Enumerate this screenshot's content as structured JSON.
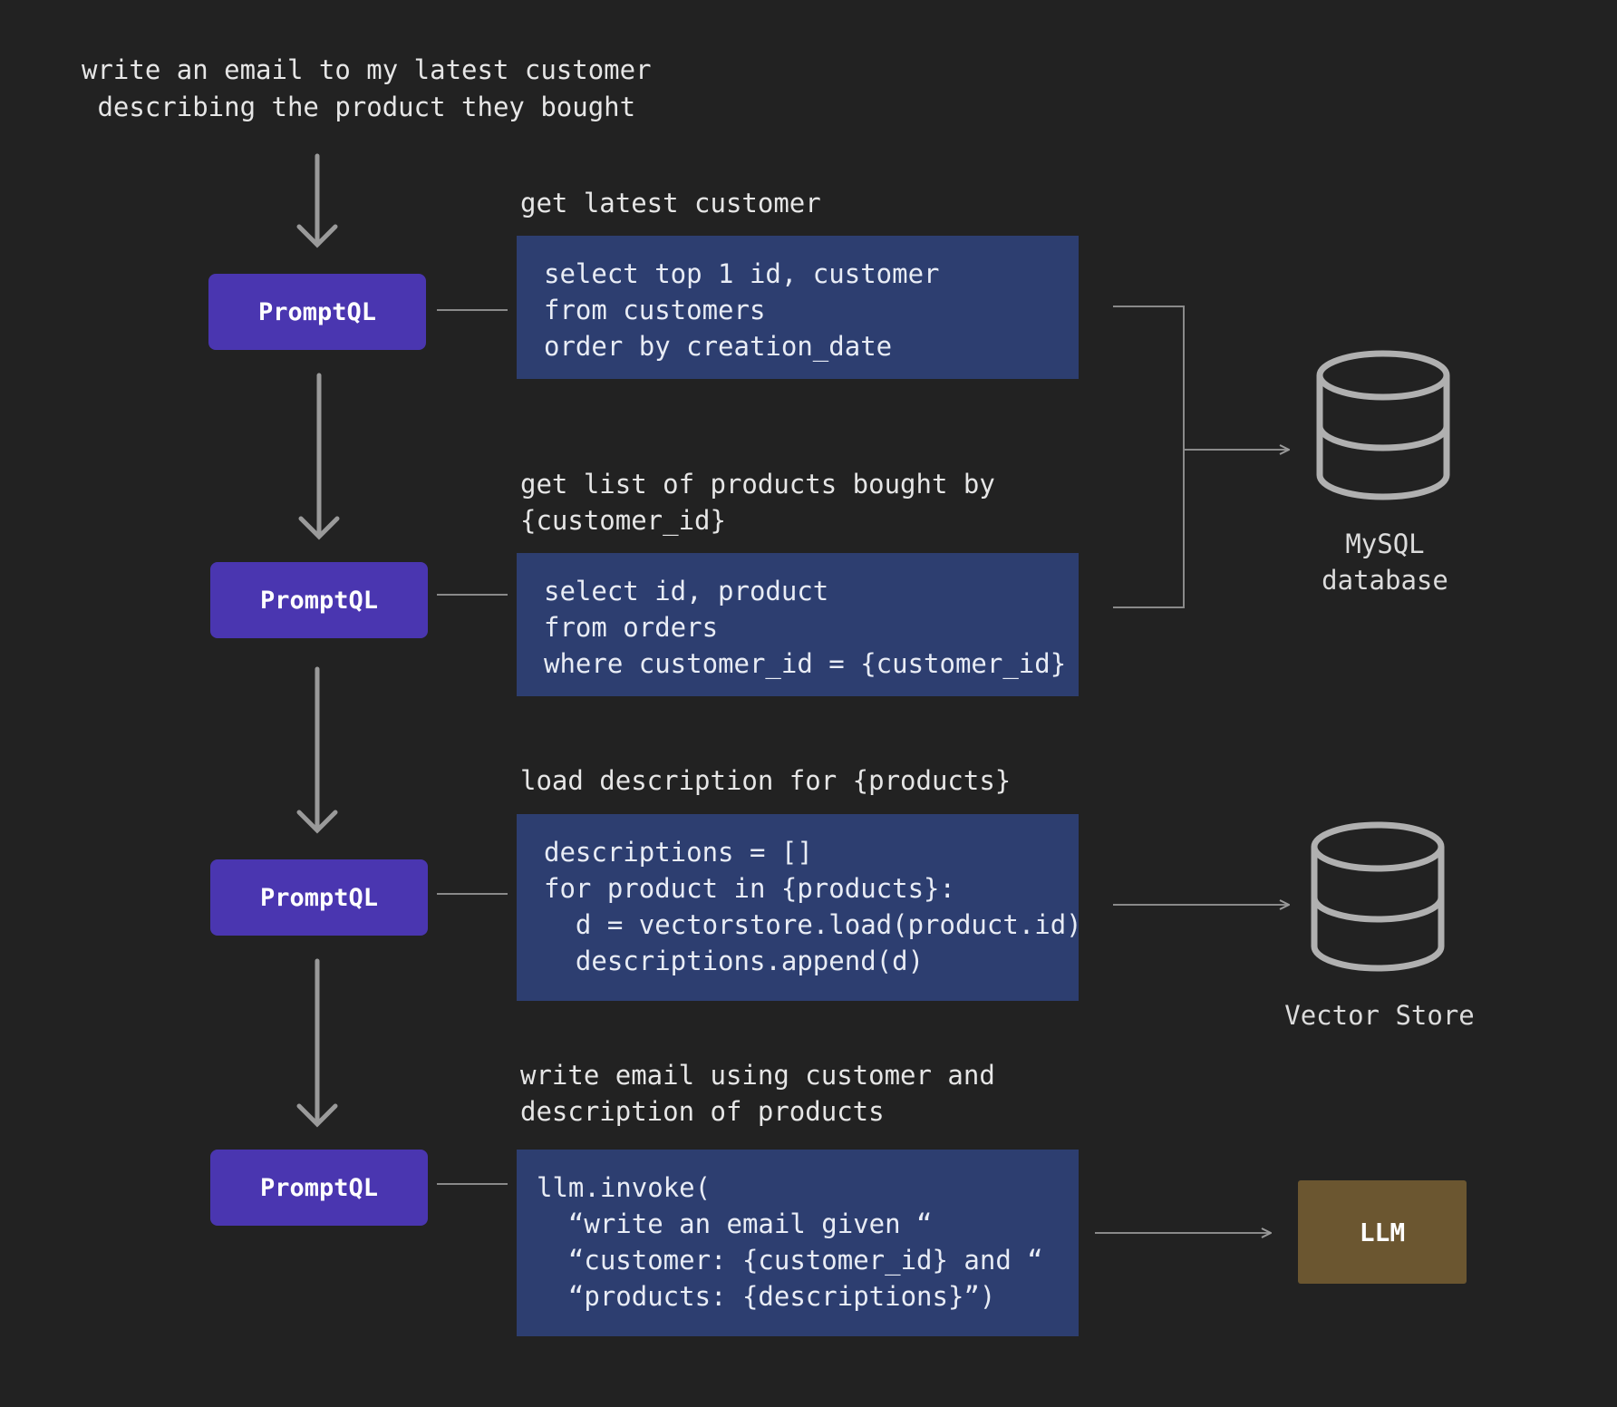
{
  "prompt": {
    "line1": "write an email to my latest customer",
    "line2": "describing the product they bought"
  },
  "steps": [
    {
      "node_label": "PromptQL",
      "title_lines": [
        "get latest customer"
      ],
      "code_lines": [
        "select top 1 id, customer",
        "from customers",
        "order by creation_date"
      ]
    },
    {
      "node_label": "PromptQL",
      "title_lines": [
        "get list of products bought by",
        "{customer_id}"
      ],
      "code_lines": [
        "select id, product",
        "from orders",
        "where customer_id = {customer_id}"
      ]
    },
    {
      "node_label": "PromptQL",
      "title_lines": [
        "load description for {products}"
      ],
      "code_lines": [
        "descriptions = []",
        "for product in {products}:",
        "  d = vectorstore.load(product.id)",
        "  descriptions.append(d)"
      ]
    },
    {
      "node_label": "PromptQL",
      "title_lines": [
        "write email using customer and",
        "description of products"
      ],
      "code_lines": [
        "llm.invoke(",
        "  “write an email given “",
        "  “customer: {customer_id} and “",
        "  “products: {descriptions}”)"
      ]
    }
  ],
  "targets": {
    "mysql": {
      "label_line1": "MySQL",
      "label_line2": "database",
      "icon": "database-icon"
    },
    "vector_store": {
      "label": "Vector Store",
      "icon": "database-icon"
    },
    "llm": {
      "label": "LLM"
    }
  },
  "colors": {
    "background": "#222222",
    "node": "#4a36b0",
    "code_block": "#2d3e70",
    "llm_box": "#6b5630",
    "connector": "#8a8a8a"
  }
}
